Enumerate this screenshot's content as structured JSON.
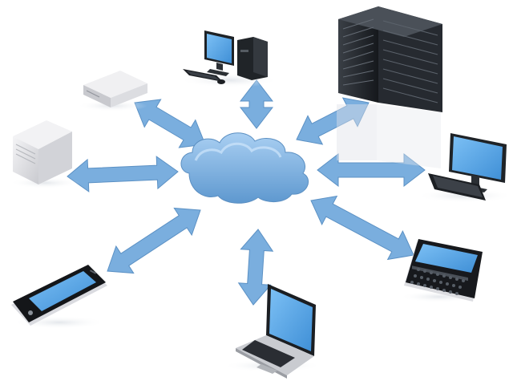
{
  "diagram": {
    "hub": {
      "name": "cloud",
      "icon": "cloud-icon"
    },
    "nodes": [
      {
        "id": "desktop-top",
        "icon": "desktop-computer-icon",
        "connection": "bidirectional"
      },
      {
        "id": "server-rack",
        "icon": "server-rack-icon",
        "connection": "bidirectional"
      },
      {
        "id": "desktop-right",
        "icon": "desktop-computer-icon",
        "connection": "bidirectional"
      },
      {
        "id": "smartphone-qwerty",
        "icon": "qwerty-smartphone-icon",
        "connection": "bidirectional"
      },
      {
        "id": "laptop",
        "icon": "laptop-icon",
        "connection": "bidirectional"
      },
      {
        "id": "touch-phone",
        "icon": "touchscreen-phone-icon",
        "connection": "bidirectional"
      },
      {
        "id": "tower-server",
        "icon": "tower-server-icon",
        "connection": "bidirectional"
      },
      {
        "id": "network-appliance",
        "icon": "network-appliance-icon",
        "connection": "bidirectional"
      }
    ]
  },
  "colors": {
    "arrow": "#6fa8dc",
    "arrow_edge": "#4f88c0",
    "cloud_light": "#9cc7ee",
    "cloud_dark": "#5e98cf",
    "screen": "#5aa6e6",
    "device_dark": "#2a2d33",
    "device_light": "#e9e9ec",
    "rack": "#1f2328"
  }
}
